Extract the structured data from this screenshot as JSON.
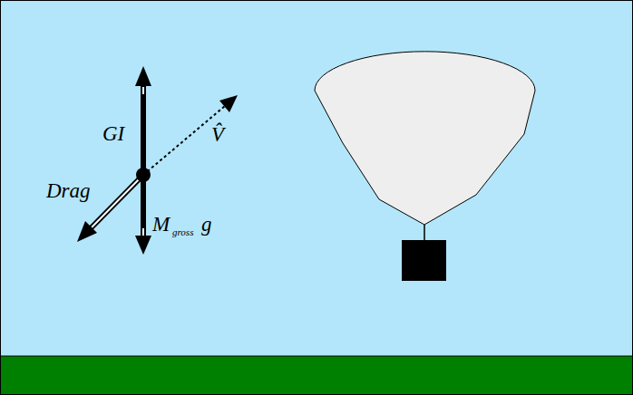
{
  "diagram": {
    "labels": [
      "GI",
      "V̂",
      "Drag",
      "M",
      "gross",
      "g"
    ]
  }
}
